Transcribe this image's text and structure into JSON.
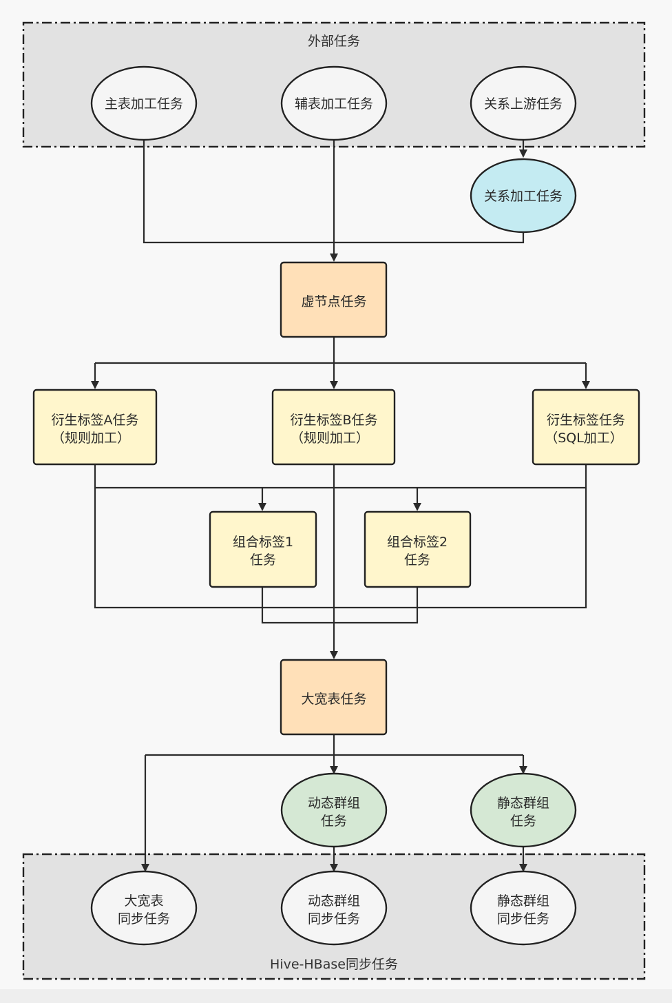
{
  "colors": {
    "background": "#f8f8f8",
    "group_fill": "#e2e2e2",
    "ellipse_default": "#f5f5f5",
    "ellipse_relation": "#c4ebf2",
    "ellipse_group": "#d5e8d4",
    "rect_core": "#ffe0b8",
    "rect_tag": "#fff6cc",
    "line": "#2b2b2b"
  },
  "groups": {
    "external": {
      "label": "外部任务"
    },
    "sync": {
      "label": "Hive-HBase同步任务"
    }
  },
  "nodes": {
    "main_table": {
      "lines": [
        "主表加工任务"
      ]
    },
    "aux_table": {
      "lines": [
        "辅表加工任务"
      ]
    },
    "relation_upstream": {
      "lines": [
        "关系上游任务"
      ]
    },
    "relation_process": {
      "lines": [
        "关系加工任务"
      ]
    },
    "virtual_node": {
      "lines": [
        "虚节点任务"
      ]
    },
    "derived_a": {
      "lines": [
        "衍生标签A任务",
        "（规则加工）"
      ]
    },
    "derived_b": {
      "lines": [
        "衍生标签B任务",
        "（规则加工）"
      ]
    },
    "derived_sql": {
      "lines": [
        "衍生标签任务",
        "（SQL加工）"
      ]
    },
    "combo_1": {
      "lines": [
        "组合标签1",
        "任务"
      ]
    },
    "combo_2": {
      "lines": [
        "组合标签2",
        "任务"
      ]
    },
    "wide_table": {
      "lines": [
        "大宽表任务"
      ]
    },
    "dynamic_group": {
      "lines": [
        "动态群组",
        "任务"
      ]
    },
    "static_group": {
      "lines": [
        "静态群组",
        "任务"
      ]
    },
    "wide_sync": {
      "lines": [
        "大宽表",
        "同步任务"
      ]
    },
    "dynamic_sync": {
      "lines": [
        "动态群组",
        "同步任务"
      ]
    },
    "static_sync": {
      "lines": [
        "静态群组",
        "同步任务"
      ]
    }
  }
}
